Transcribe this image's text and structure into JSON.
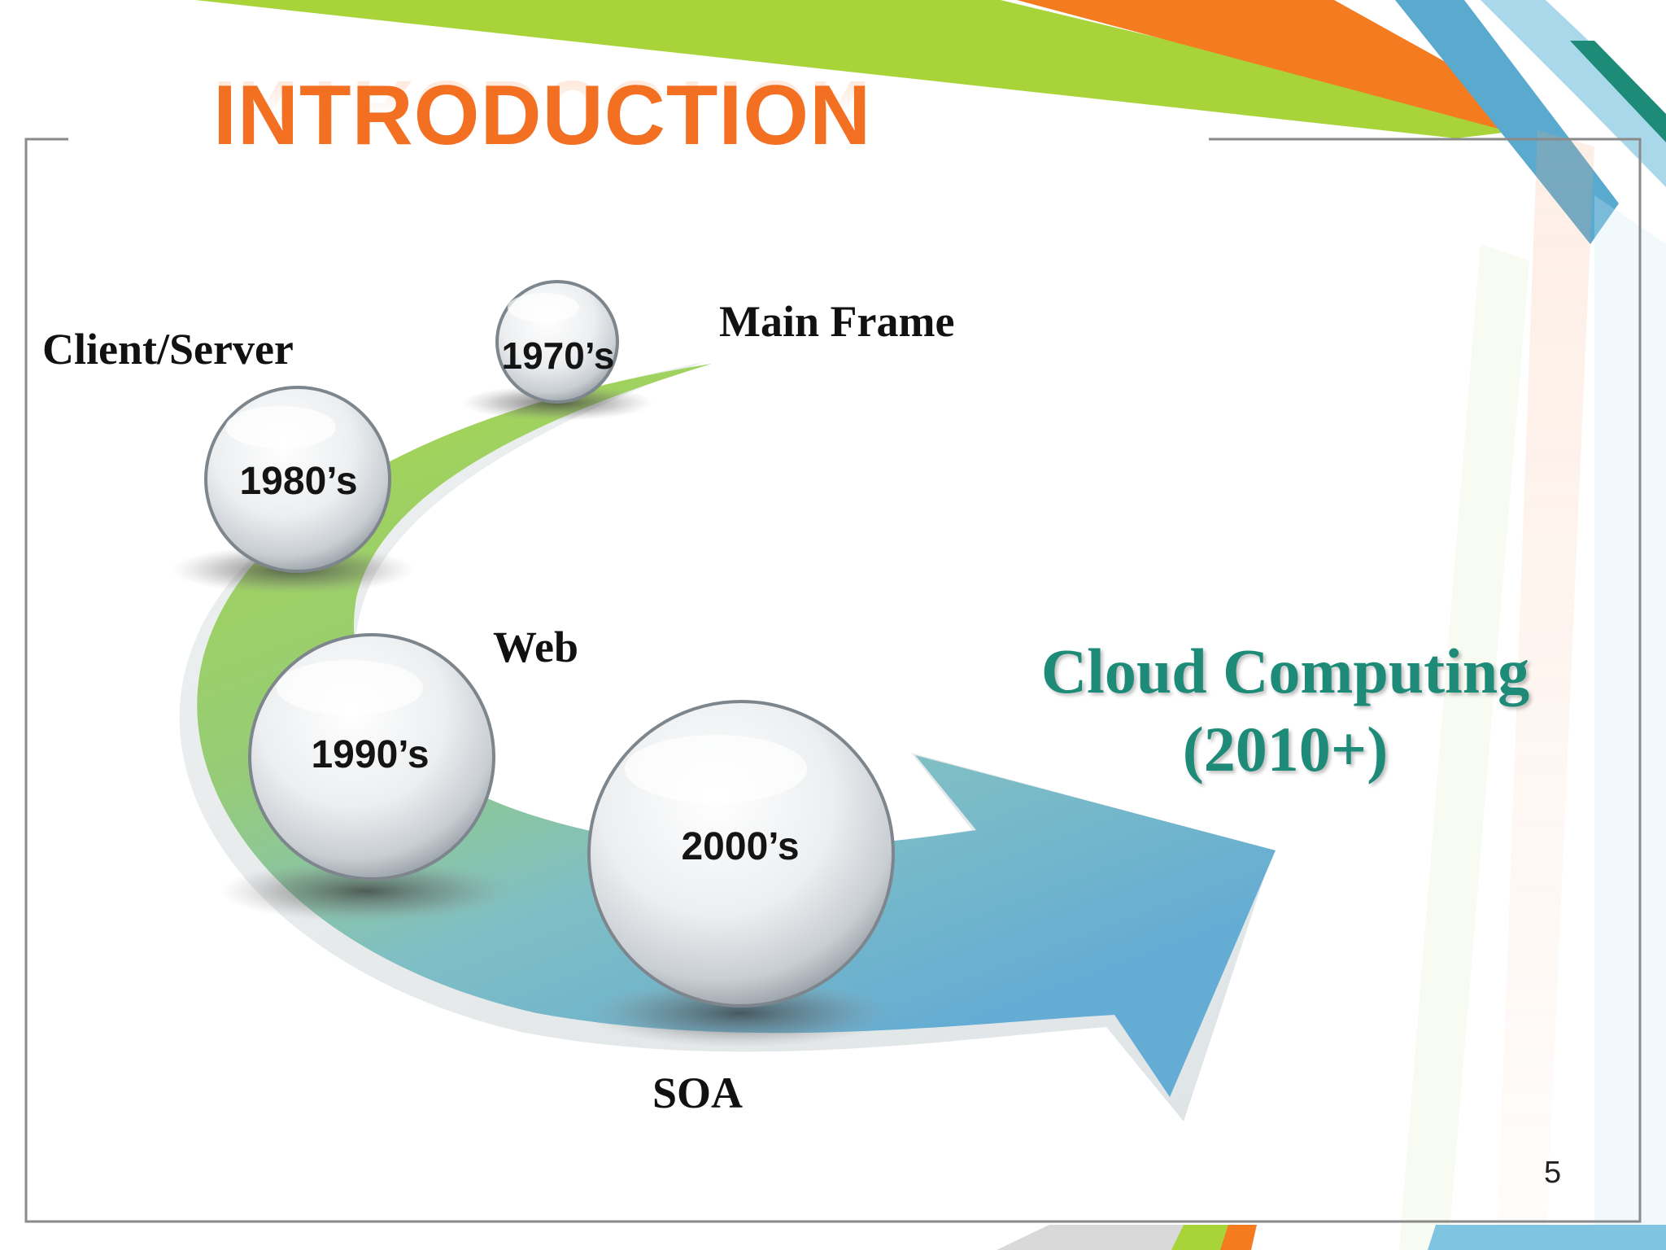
{
  "slide": {
    "title": "INTRODUCTION",
    "page_number": "5"
  },
  "colors": {
    "title_orange": "#f36f21",
    "stripe_green": "#a8d43a",
    "stripe_orange": "#f47b20",
    "stripe_blue": "#4aa3c8",
    "stripe_teal": "#1e8a78",
    "cloud_text": "#1e8a78",
    "arrow_green": "#9fcf45",
    "arrow_blue": "#6eb4d2",
    "frame_gray": "#888888"
  },
  "timeline": {
    "eras": [
      {
        "year": "1970’s",
        "label": "Main Frame"
      },
      {
        "year": "1980’s",
        "label": "Client/Server"
      },
      {
        "year": "1990’s",
        "label": "Web"
      },
      {
        "year": "2000’s",
        "label": "SOA"
      }
    ],
    "destination": {
      "title": "Cloud Computing",
      "years": "(2010+)"
    }
  }
}
